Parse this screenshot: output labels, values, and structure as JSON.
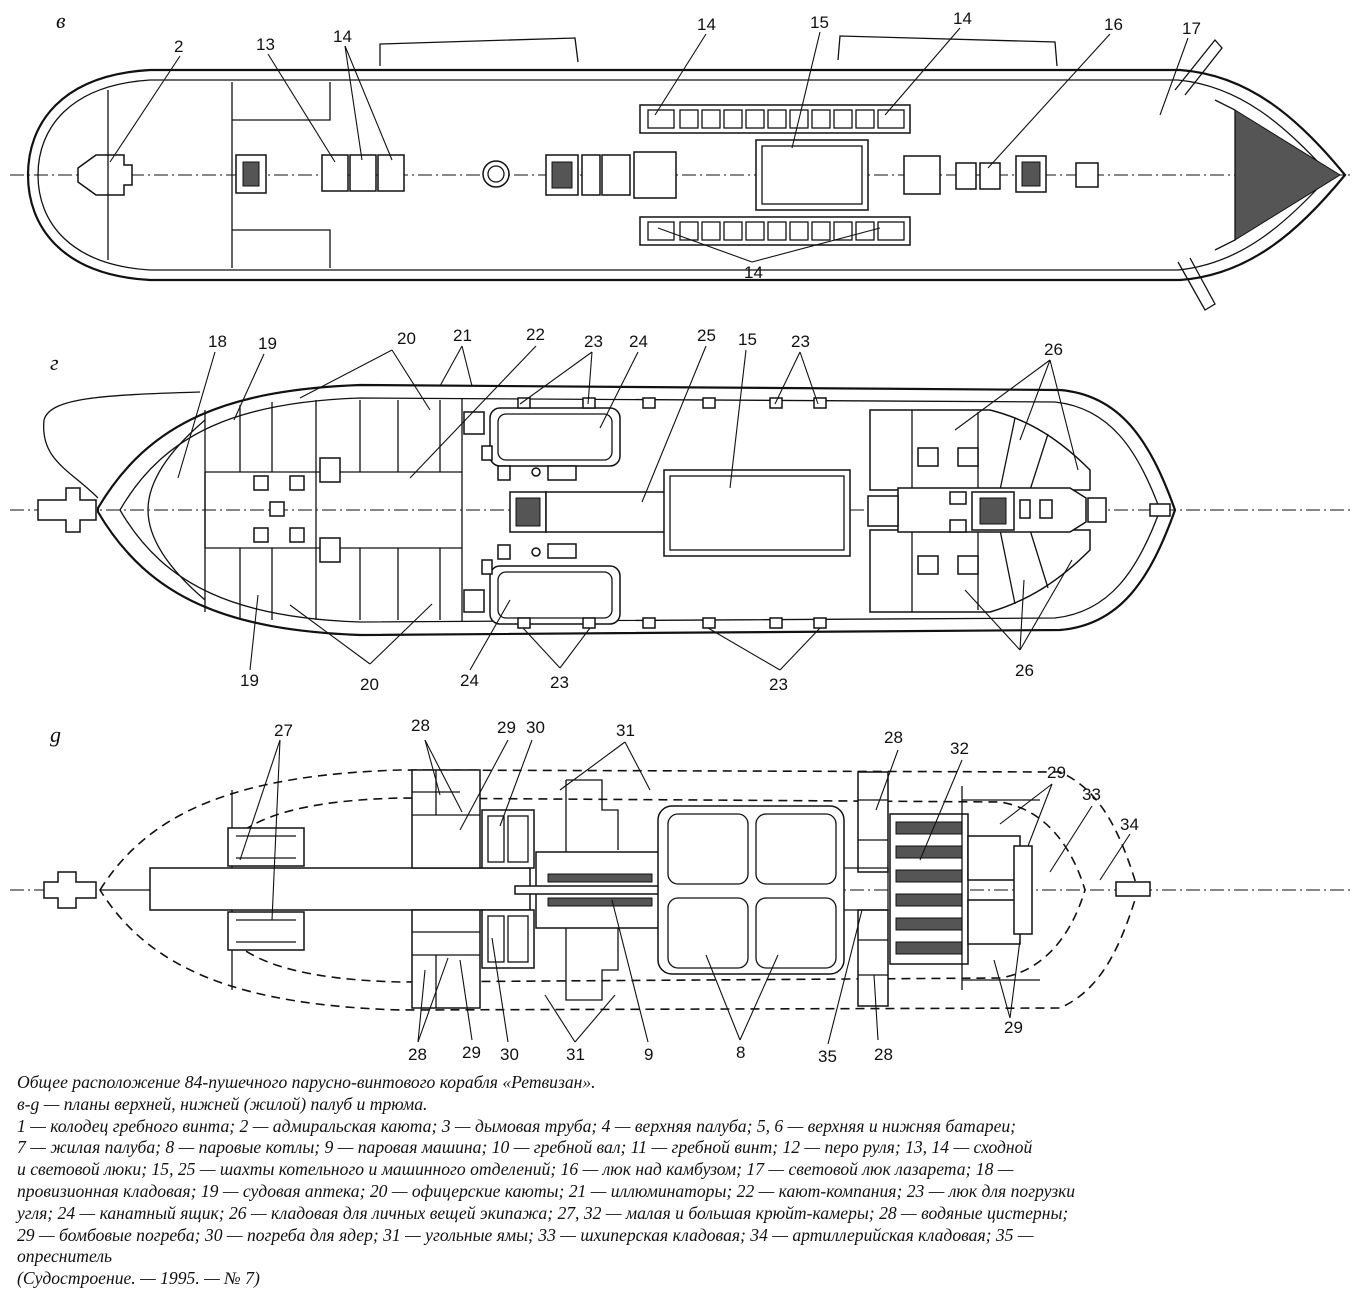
{
  "plans": {
    "upper": {
      "letter": "в"
    },
    "lower": {
      "letter": "г"
    },
    "hold": {
      "letter": "g"
    }
  },
  "callouts": {
    "upper": [
      {
        "id": "u2",
        "text": "2"
      },
      {
        "id": "u13",
        "text": "13"
      },
      {
        "id": "u14a",
        "text": "14"
      },
      {
        "id": "u14b",
        "text": "14"
      },
      {
        "id": "u15",
        "text": "15"
      },
      {
        "id": "u14c",
        "text": "14"
      },
      {
        "id": "u16",
        "text": "16"
      },
      {
        "id": "u17",
        "text": "17"
      },
      {
        "id": "u14d",
        "text": "14"
      }
    ],
    "lower": [
      {
        "id": "l18",
        "text": "18"
      },
      {
        "id": "l19a",
        "text": "19"
      },
      {
        "id": "l20a",
        "text": "20"
      },
      {
        "id": "l21",
        "text": "21"
      },
      {
        "id": "l22",
        "text": "22"
      },
      {
        "id": "l23a",
        "text": "23"
      },
      {
        "id": "l24a",
        "text": "24"
      },
      {
        "id": "l25",
        "text": "25"
      },
      {
        "id": "l15",
        "text": "15"
      },
      {
        "id": "l23b",
        "text": "23"
      },
      {
        "id": "l26a",
        "text": "26"
      },
      {
        "id": "l19b",
        "text": "19"
      },
      {
        "id": "l20b",
        "text": "20"
      },
      {
        "id": "l24b",
        "text": "24"
      },
      {
        "id": "l23c",
        "text": "23"
      },
      {
        "id": "l23d",
        "text": "23"
      },
      {
        "id": "l26b",
        "text": "26"
      }
    ],
    "hold": [
      {
        "id": "h27",
        "text": "27"
      },
      {
        "id": "h28a",
        "text": "28"
      },
      {
        "id": "h29a",
        "text": "29"
      },
      {
        "id": "h30a",
        "text": "30"
      },
      {
        "id": "h31a",
        "text": "31"
      },
      {
        "id": "h28b",
        "text": "28"
      },
      {
        "id": "h32",
        "text": "32"
      },
      {
        "id": "h29b",
        "text": "29"
      },
      {
        "id": "h33",
        "text": "33"
      },
      {
        "id": "h34",
        "text": "34"
      },
      {
        "id": "h28c",
        "text": "28"
      },
      {
        "id": "h29c",
        "text": "29"
      },
      {
        "id": "h30b",
        "text": "30"
      },
      {
        "id": "h31b",
        "text": "31"
      },
      {
        "id": "h9",
        "text": "9"
      },
      {
        "id": "h8",
        "text": "8"
      },
      {
        "id": "h35",
        "text": "35"
      },
      {
        "id": "h28d",
        "text": "28"
      },
      {
        "id": "h29d",
        "text": "29"
      }
    ]
  },
  "caption": {
    "title": "Общее расположение 84-пушечного парусно-винтового корабля «Ретвизан».",
    "subtitle": "в-g — планы верхней, нижней (жилой) палуб и трюма.",
    "legend_lines": [
      "1 — колодец гребного винта; 2 — адмиральская каюта; 3 — дымовая труба; 4 — верхняя палуба; 5, 6 — верхняя и нижняя батареи;",
      "7 — жилая палуба; 8 — паровые котлы; 9 — паровая машина; 10 — гребной вал; 11 — гребной винт; 12 — перо руля; 13, 14 — сходной",
      "и световой люки; 15, 25 — шахты котельного и машинного отделений; 16 — люк над камбузом; 17 — световой люк лазарета; 18 —",
      "провизионная кладовая; 19 — судовая аптека; 20 — офицерские каюты; 21 — иллюминаторы; 22 — кают-компания; 23 — люк для погрузки",
      "угля; 24 — канатный ящик; 26 — кладовая для личных вещей экипажа; 27, 32 — малая и большая крюйт-камеры; 28 — водяные цистерны;",
      "29 — бомбовые погреба; 30 — погреба для ядер; 31 — угольные ямы; 33 — шхиперская кладовая; 34 — артиллерийская кладовая; 35 —",
      "опреснитель"
    ],
    "source": "(Судостроение. — 1995. — № 7)"
  }
}
